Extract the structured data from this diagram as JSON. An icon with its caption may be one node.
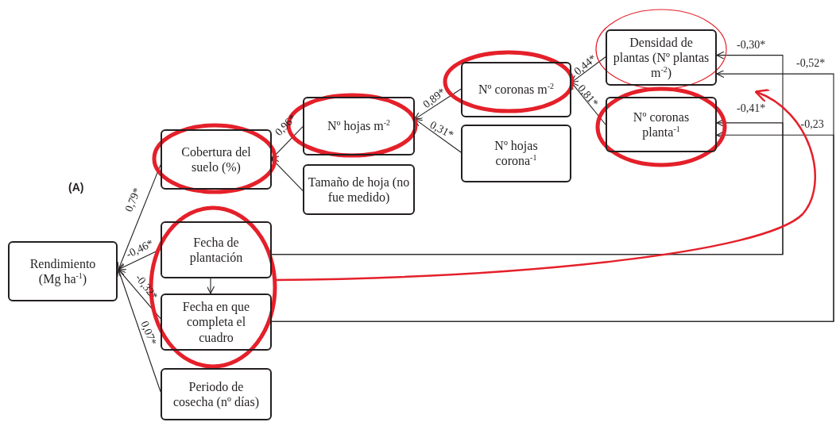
{
  "diagram": {
    "nodes": [
      {
        "text": [
          "Rendimiento (Mg ha$^{-1}$)"
        ]
      },
      {
        "text": [
          "Cobertura del suelo (%)"
        ]
      },
      {
        "text": [
          "Nº hojas m$^{-2}$"
        ]
      },
      {
        "text": [
          "Tamaño de hoja (no fue medido)"
        ]
      },
      {
        "text": [
          "Nº coronas m$^{-2}$"
        ]
      },
      {
        "text": [
          "Nº hojas corona$^{-1}$"
        ]
      },
      {
        "text": [
          "Densidad de plantas (Nº plantas m$^{-2}$)"
        ]
      },
      {
        "text": [
          "Nº coronas planta$^{-1}$"
        ]
      },
      {
        "text": [
          "Fecha de plantación"
        ]
      },
      {
        "text": [
          "Fecha en que completa el cuadro"
        ]
      },
      {
        "text": [
          "Periodo de cosecha (nº días)"
        ]
      }
    ],
    "edges": [
      {
        "from": 1,
        "to": 0,
        "arrow": "to",
        "label": "0,79*"
      },
      {
        "from": 8,
        "to": 0,
        "arrow": "to",
        "label": "-0,46*"
      },
      {
        "from": 9,
        "to": 0,
        "arrow": "to",
        "label": "-0,32*"
      },
      {
        "from": 10,
        "to": 0,
        "arrow": "to",
        "label": "0,07*"
      },
      {
        "from": 2,
        "to": 1,
        "arrow": "to",
        "label": "0,96*"
      },
      {
        "from": 3,
        "to": 1,
        "arrow": "to"
      },
      {
        "from": 4,
        "to": 2,
        "arrow": "to",
        "label": "0,89*"
      },
      {
        "from": 5,
        "to": 2,
        "arrow": "to",
        "label": "0,31*"
      },
      {
        "from": 6,
        "to": 4,
        "arrow": "to",
        "label": "0,44*"
      },
      {
        "from": 7,
        "to": 4,
        "arrow": "to",
        "label": "0,81*"
      },
      {
        "from": 8,
        "to": 9,
        "arrow": "to"
      },
      {
        "from": 8,
        "to": 6,
        "arrow": "to",
        "label": "-0,30*"
      },
      {
        "from": 8,
        "to": 7,
        "arrow": "to",
        "label": "-0,41*"
      },
      {
        "from": 9,
        "to": 6,
        "arrow": "to",
        "label": "-0,52*"
      },
      {
        "from": 9,
        "to": 7,
        "arrow": "to",
        "label": "-0,23"
      }
    ],
    "labels": [
      "(A)"
    ]
  }
}
